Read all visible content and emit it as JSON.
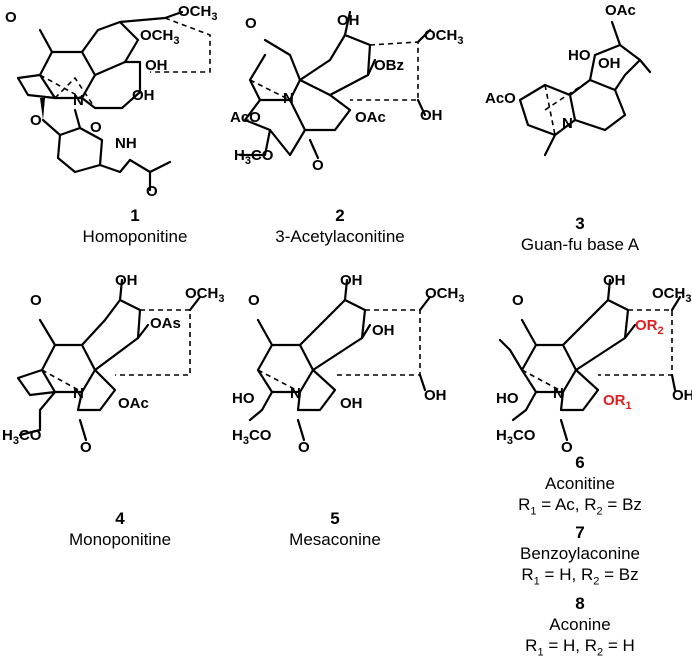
{
  "compounds": [
    {
      "number": "1",
      "name": "Homoponitine"
    },
    {
      "number": "2",
      "name": "3-Acetylaconitine"
    },
    {
      "number": "3",
      "name": "Guan-fu base A"
    },
    {
      "number": "4",
      "name": "Monoponitine"
    },
    {
      "number": "5",
      "name": "Mesaconine"
    },
    {
      "number": "6",
      "name": "Aconitine",
      "r1": "Ac",
      "r2": "Bz"
    },
    {
      "number": "7",
      "name": "Benzoylaconine",
      "r1": "H",
      "r2": "Bz"
    },
    {
      "number": "8",
      "name": "Aconine",
      "r1": "H",
      "r2": "H"
    }
  ],
  "labels": {
    "och3": "OCH",
    "och3_sub": "3",
    "h3co": "H",
    "h3co_sub": "3",
    "h3co_tail": "CO",
    "oh": "OH",
    "ho": "HO",
    "n": "N",
    "obz": "OBz",
    "oac": "OAc",
    "aco": "AcO",
    "oas": "OAs",
    "nh": "NH",
    "o": "O",
    "or": "OR",
    "r": "R",
    "sub1": "1",
    "sub2": "2",
    "eq": "=",
    "comma": ","
  }
}
